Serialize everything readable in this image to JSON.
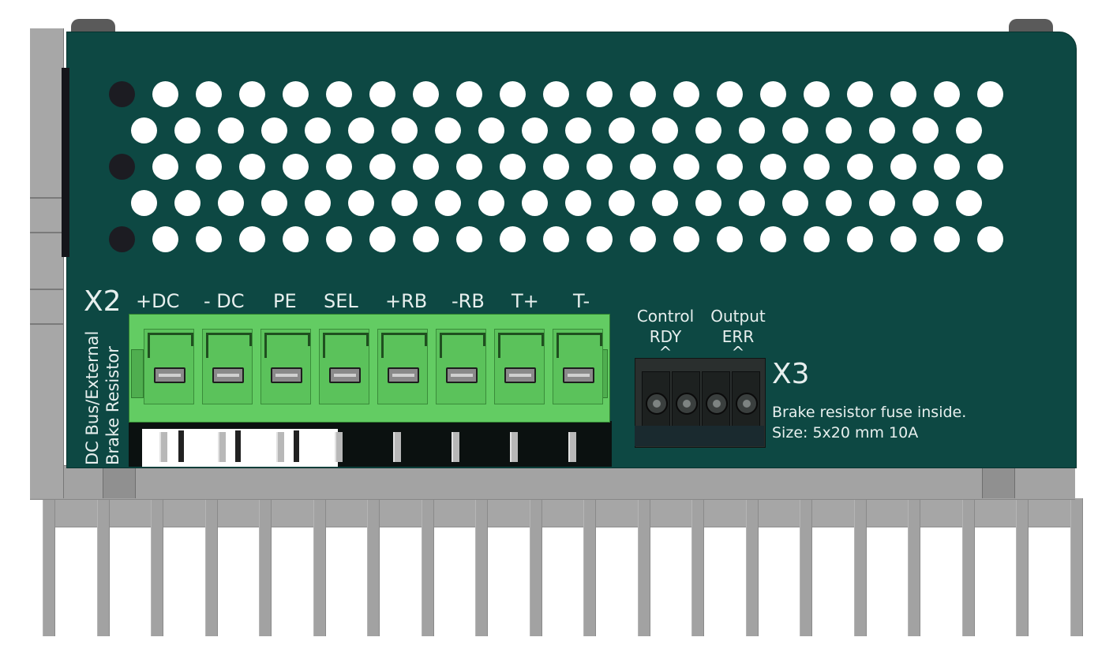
{
  "x2": {
    "title": "X2",
    "side_label_line1": "DC Bus/External",
    "side_label_line2": "Brake Resistor",
    "terminals": [
      "+DC",
      "- DC",
      "PE",
      "SEL",
      "+RB",
      "-RB",
      "T+",
      "T-"
    ]
  },
  "x3": {
    "title": "X3",
    "groups": [
      {
        "line1": "Control",
        "line2": "RDY",
        "caret": "^"
      },
      {
        "line1": "Output",
        "line2": "ERR",
        "caret": "^"
      }
    ],
    "note_line1": "Brake resistor fuse inside.",
    "note_line2": "Size: 5x20 mm  10A"
  },
  "colors": {
    "cover": "#0d4843",
    "x2_connector": "#63cc63",
    "x3_connector": "#2a2f2e",
    "heatsink": "#a3a3a3"
  },
  "icons": {
    "vent": "circle-hole",
    "screw": "slotted-screw"
  }
}
